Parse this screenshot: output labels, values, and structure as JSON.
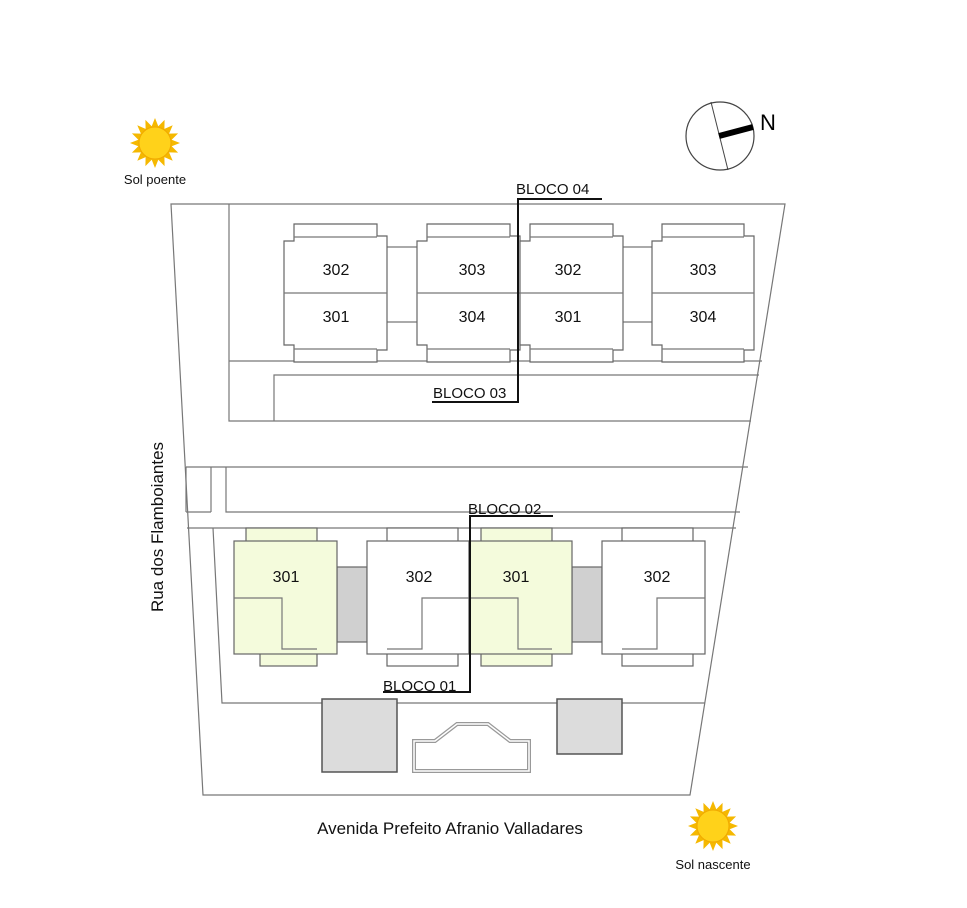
{
  "compass": {
    "north_label": "N"
  },
  "sun": {
    "west_label": "Sol poente",
    "east_label": "Sol nascente"
  },
  "streets": {
    "left": "Rua dos Flamboiantes",
    "bottom": "Avenida Prefeito Afranio Valladares"
  },
  "blocks": {
    "bloco01": "BLOCO 01",
    "bloco02": "BLOCO 02",
    "bloco03": "BLOCO 03",
    "bloco04": "BLOCO 04"
  },
  "top_units": [
    {
      "top": "302",
      "bottom": "301"
    },
    {
      "top": "303",
      "bottom": "304"
    },
    {
      "top": "302",
      "bottom": "301"
    },
    {
      "top": "303",
      "bottom": "304"
    }
  ],
  "bottom_units": [
    "301",
    "302",
    "301",
    "302"
  ],
  "colors": {
    "highlight": "#f4fbdc",
    "gray_fill": "#d0d0d0",
    "light_gray": "#dcdcdc",
    "sun": "#f5b800"
  }
}
